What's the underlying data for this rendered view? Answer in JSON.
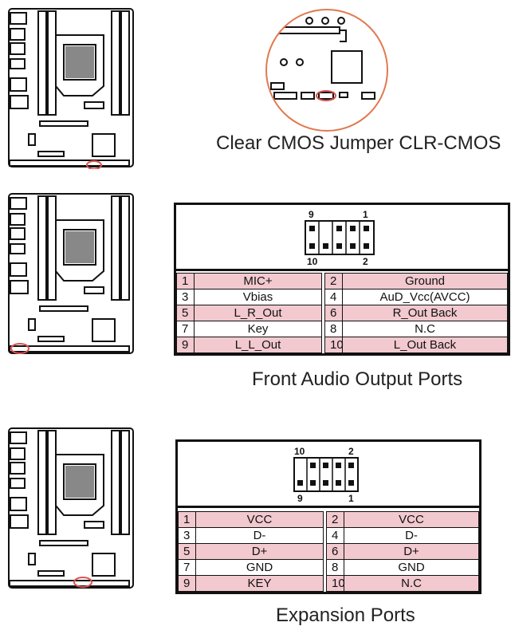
{
  "sections": [
    {
      "caption": "Clear CMOS Jumper CLR-CMOS"
    },
    {
      "caption": "Front Audio Output Ports",
      "header_labels": {
        "top_left": "9",
        "top_right": "1",
        "bottom_left": "10",
        "bottom_right": "2"
      },
      "rows": [
        {
          "a_num": "1",
          "a_name": "MIC+",
          "b_num": "2",
          "b_name": "Ground"
        },
        {
          "a_num": "3",
          "a_name": "Vbias",
          "b_num": "4",
          "b_name": "AuD_Vcc(AVCC)"
        },
        {
          "a_num": "5",
          "a_name": "L_R_Out",
          "b_num": "6",
          "b_name": "R_Out Back"
        },
        {
          "a_num": "7",
          "a_name": "Key",
          "b_num": "8",
          "b_name": "N.C"
        },
        {
          "a_num": "9",
          "a_name": "L_L_Out",
          "b_num": "10",
          "b_name": "L_Out Back"
        }
      ]
    },
    {
      "caption": "Expansion Ports",
      "header_labels": {
        "top_left": "10",
        "top_right": "2",
        "bottom_left": "9",
        "bottom_right": "1"
      },
      "rows": [
        {
          "a_num": "1",
          "a_name": "VCC",
          "b_num": "2",
          "b_name": "VCC"
        },
        {
          "a_num": "3",
          "a_name": "D-",
          "b_num": "4",
          "b_name": "D-"
        },
        {
          "a_num": "5",
          "a_name": "D+",
          "b_num": "6",
          "b_name": "D+"
        },
        {
          "a_num": "7",
          "a_name": "GND",
          "b_num": "8",
          "b_name": "GND"
        },
        {
          "a_num": "9",
          "a_name": "KEY",
          "b_num": "10",
          "b_name": "N.C"
        }
      ]
    }
  ],
  "colors": {
    "highlight": "#d9534f",
    "row_pink": "#f2c9cf",
    "line": "#111111"
  }
}
